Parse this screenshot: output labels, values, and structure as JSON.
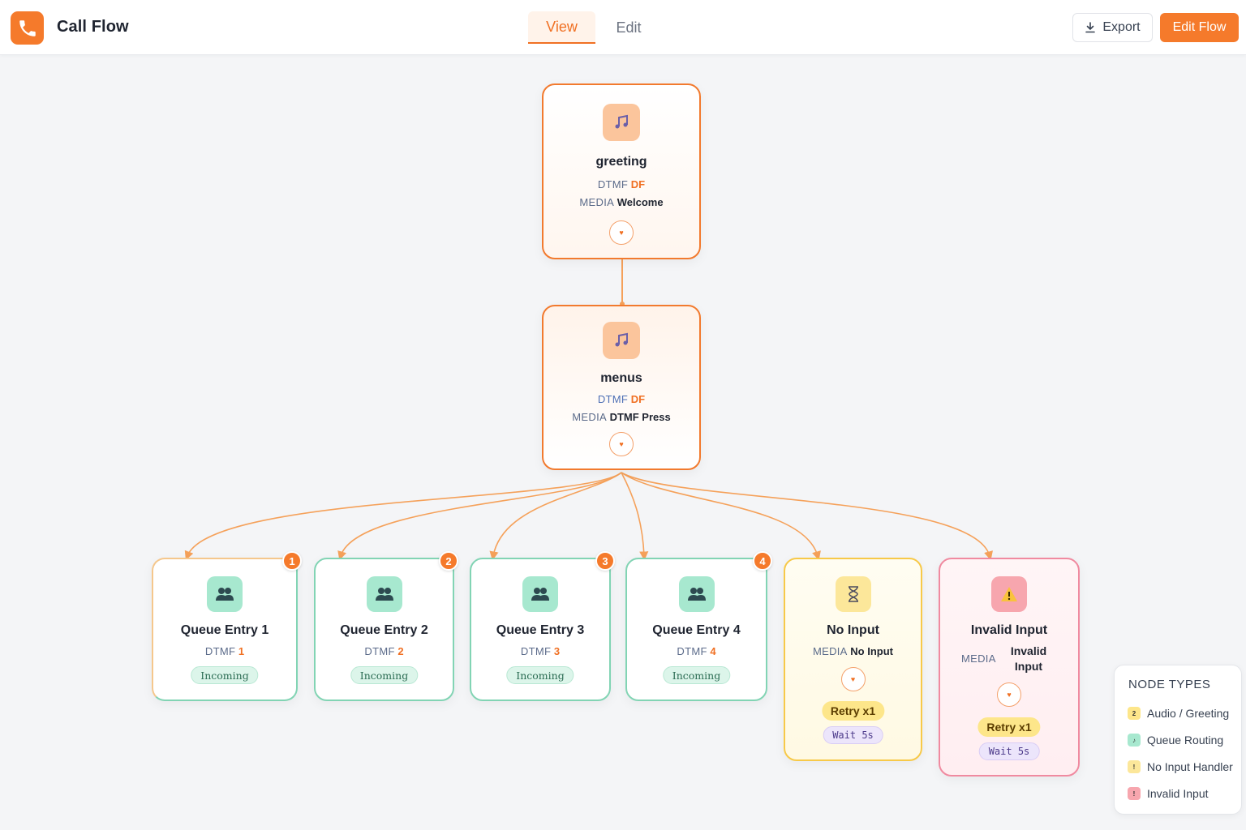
{
  "header": {
    "app_title": "Call Flow",
    "tabs": [
      {
        "label": "View",
        "active": true
      },
      {
        "label": "Edit",
        "active": false
      }
    ],
    "export_label": "Export",
    "edit_flow_label": "Edit Flow",
    "accent_color": "#f57a2b"
  },
  "nodes": {
    "greeting": {
      "title": "greeting",
      "dtmf_key": "DTMF",
      "dtmf_value": "DF",
      "media_key": "MEDIA",
      "media_value": "Welcome",
      "icon": "music-note-icon"
    },
    "menus": {
      "title": "menus",
      "dtmf_key": "DTMF",
      "dtmf_value": "DF",
      "media_key": "MEDIA",
      "media_value": "DTMF Press",
      "icon": "music-note-icon"
    },
    "queues": [
      {
        "title": "Queue Entry 1",
        "dtmf_key": "DTMF",
        "dtmf_value": "1",
        "tag": "Incoming",
        "badge": "1"
      },
      {
        "title": "Queue Entry 2",
        "dtmf_key": "DTMF",
        "dtmf_value": "2",
        "tag": "Incoming",
        "badge": "2"
      },
      {
        "title": "Queue Entry 3",
        "dtmf_key": "DTMF",
        "dtmf_value": "3",
        "tag": "Incoming",
        "badge": "3"
      },
      {
        "title": "Queue Entry 4",
        "dtmf_key": "DTMF",
        "dtmf_value": "4",
        "tag": "Incoming",
        "badge": "4"
      }
    ],
    "no_input": {
      "title": "No Input",
      "media_key": "MEDIA",
      "media_value": "No Input",
      "retry": "Retry x1",
      "wait": "Wait 5s",
      "icon": "hourglass-icon"
    },
    "invalid_input": {
      "title": "Invalid Input",
      "media_key": "MEDIA",
      "media_value": "Invalid Input",
      "retry": "Retry x1",
      "wait": "Wait 5s",
      "icon": "warning-icon"
    }
  },
  "legend": {
    "title": "NODE TYPES",
    "items": [
      {
        "label": "Audio / Greeting",
        "glyph": "2",
        "color": "#fde68a"
      },
      {
        "label": "Queue Routing",
        "glyph": "♪",
        "color": "#a7e8cf"
      },
      {
        "label": "No Input Handler",
        "glyph": "!",
        "color": "#fce79a"
      },
      {
        "label": "Invalid Input",
        "glyph": "!",
        "color": "#f7a6ae"
      }
    ]
  },
  "colors": {
    "edge": "#f5a15a",
    "audio_border": "#f27a2e",
    "queue_border": "#82d4b4",
    "no_input_border": "#f7c948",
    "invalid_border": "#f08aa0"
  }
}
